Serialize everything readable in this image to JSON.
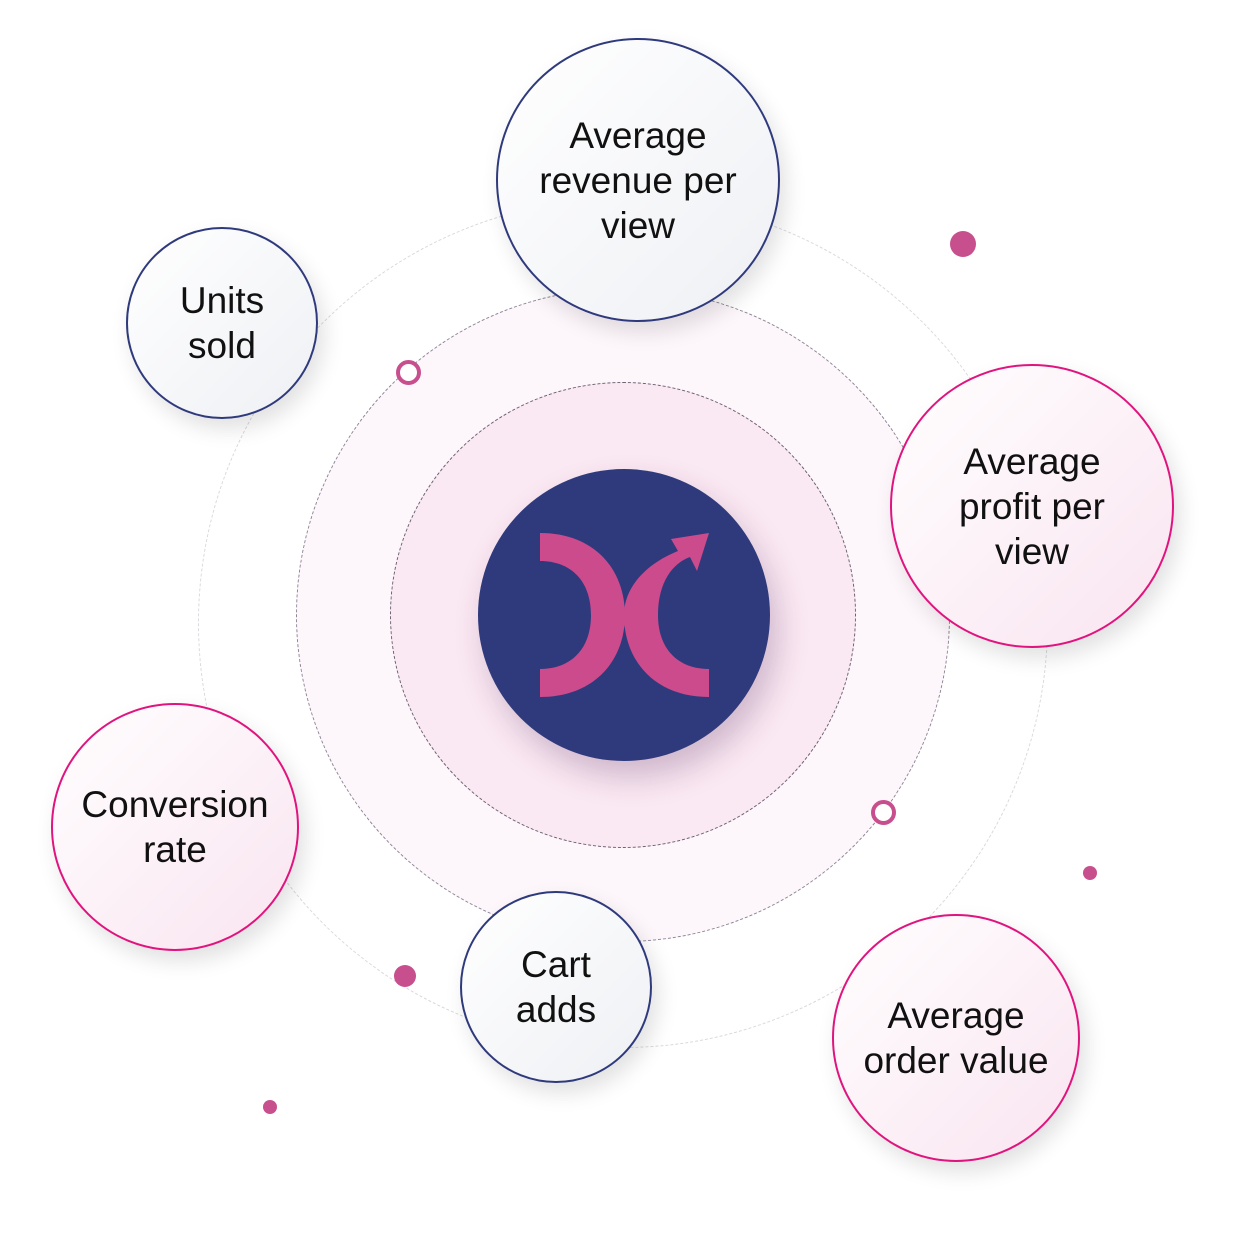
{
  "diagram": {
    "center": {
      "icon": "crossing-arrows-logo-icon"
    },
    "nodes": {
      "revenue_per_view": {
        "lines": [
          "Average",
          "revenue per",
          "view"
        ]
      },
      "units_sold": {
        "lines": [
          "Units",
          "sold"
        ]
      },
      "profit_per_view": {
        "lines": [
          "Average",
          "profit per",
          "view"
        ]
      },
      "conversion_rate": {
        "lines": [
          "Conversion",
          "rate"
        ]
      },
      "cart_adds": {
        "lines": [
          "Cart",
          "adds"
        ]
      },
      "order_value": {
        "lines": [
          "Average",
          "order value"
        ]
      }
    },
    "colors": {
      "navy": "#2f3a7c",
      "pink_accent": "#c84f8e",
      "pink_border": "#e0147e"
    }
  }
}
